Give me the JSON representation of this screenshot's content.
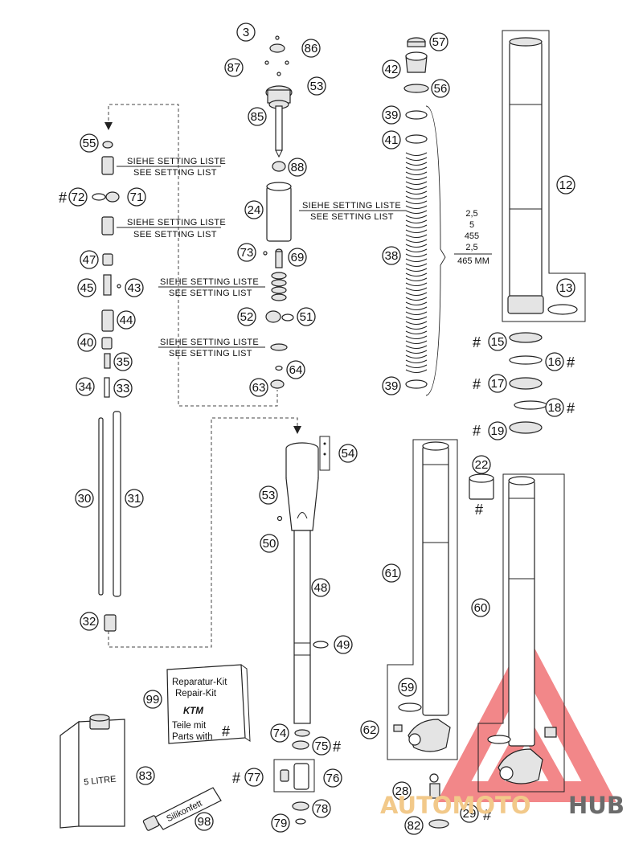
{
  "setting_note": {
    "line1": "SIEHE SETTING LISTE",
    "line2": "SEE SETTING LIST"
  },
  "spring_spec": [
    "2,5",
    "5",
    "455",
    "2,5",
    "465 MM"
  ],
  "kit_box": {
    "line1": "Reparatur-Kit",
    "line2": "Repair-Kit",
    "brand": "KTM",
    "line3": "Teile mit",
    "line4": "Parts with",
    "mark": "#"
  },
  "oil_can_label": "5 LITRE",
  "tube_label": "Silikonfett",
  "hash_mark": "#",
  "watermark": {
    "part1": "AUTOMOTO",
    "part2": "HUB",
    "color": "#e8262a"
  },
  "callouts": {
    "p3": "3",
    "p86": "86",
    "p87": "87",
    "p53a": "53",
    "p85": "85",
    "p88": "88",
    "p24": "24",
    "p73": "73",
    "p69": "69",
    "p52": "52",
    "p51": "51",
    "p64": "64",
    "p63": "63",
    "p57": "57",
    "p42": "42",
    "p56": "56",
    "p39a": "39",
    "p41": "41",
    "p38": "38",
    "p39b": "39",
    "p12": "12",
    "p13": "13",
    "p15": "15",
    "p16": "16",
    "p17": "17",
    "p18": "18",
    "p19": "19",
    "p22": "22",
    "p55": "55",
    "p72": "72",
    "p71": "71",
    "p47": "47",
    "p45": "45",
    "p43": "43",
    "p44": "44",
    "p40": "40",
    "p35": "35",
    "p34": "34",
    "p33": "33",
    "p30": "30",
    "p31": "31",
    "p32": "32",
    "p54": "54",
    "p53b": "53",
    "p50": "50",
    "p48": "48",
    "p49": "49",
    "p61": "61",
    "p60": "60",
    "p59": "59",
    "p62": "62",
    "p99": "99",
    "p83": "83",
    "p98": "98",
    "p74": "74",
    "p75": "75",
    "p77": "77",
    "p76": "76",
    "p78": "78",
    "p79": "79",
    "p28": "28",
    "p29": "29",
    "p82": "82"
  }
}
